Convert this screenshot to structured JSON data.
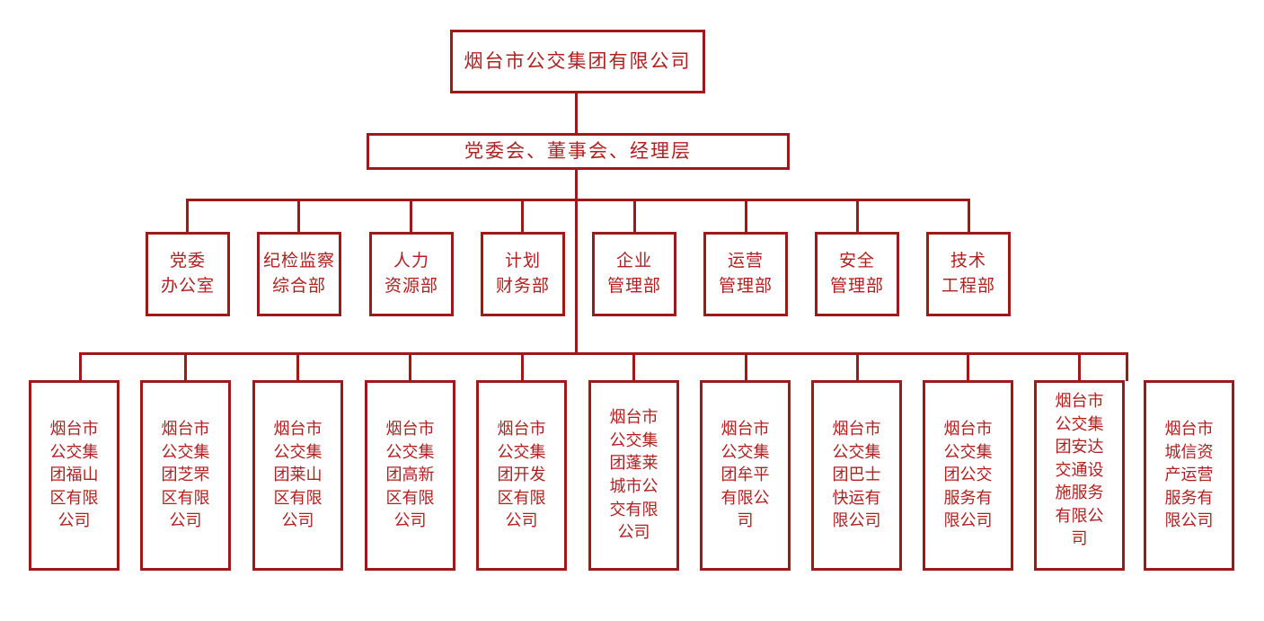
{
  "colors": {
    "border": "#9e1a1a",
    "text": "#b02020",
    "background": "#ffffff"
  },
  "root": {
    "label": "烟台市公交集团有限公司"
  },
  "board": {
    "label": "党委会、董事会、经理层"
  },
  "departments": [
    {
      "label": "党委\n办公室"
    },
    {
      "label": "纪检监察\n综合部"
    },
    {
      "label": "人力\n资源部"
    },
    {
      "label": "计划\n财务部"
    },
    {
      "label": "企业\n管理部"
    },
    {
      "label": "运营\n管理部"
    },
    {
      "label": "安全\n管理部"
    },
    {
      "label": "技术\n工程部"
    }
  ],
  "subsidiaries": [
    {
      "label": "烟台市\n公交集\n团福山\n区有限\n公司"
    },
    {
      "label": "烟台市\n公交集\n团芝罘\n区有限\n公司"
    },
    {
      "label": "烟台市\n公交集\n团莱山\n区有限\n公司"
    },
    {
      "label": "烟台市\n公交集\n团高新\n区有限\n公司"
    },
    {
      "label": "烟台市\n公交集\n团开发\n区有限\n公司"
    },
    {
      "label": "烟台市\n公交集\n团蓬莱\n城市公\n交有限\n公司"
    },
    {
      "label": "烟台市\n公交集\n团牟平\n有限公\n司"
    },
    {
      "label": "烟台市\n公交集\n团巴士\n快运有\n限公司"
    },
    {
      "label": "烟台市\n公交集\n团公交\n服务有\n限公司"
    },
    {
      "label": "烟台市\n公交集\n团安达\n交通设\n施服务\n有限公\n司"
    },
    {
      "label": "烟台市\n城信资\n产运营\n服务有\n限公司"
    }
  ]
}
